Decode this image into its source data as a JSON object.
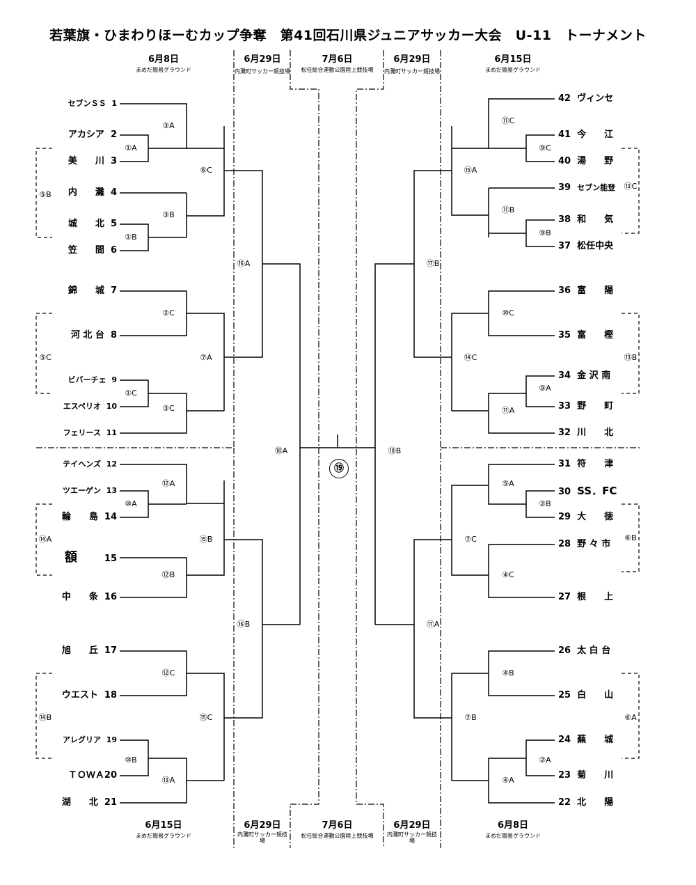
{
  "title": "若葉旗・ひまわりほーむカップ争奪　第41回石川県ジュニアサッカー大会　U-11　トーナメント",
  "top_schedule": {
    "left_outer": {
      "date": "6月8日",
      "venue": "まめだ簡易グラウンド"
    },
    "left_inner": {
      "date": "6月29日",
      "venue": "内灘町サッカー競技場"
    },
    "center": {
      "date": "7月6日",
      "venue": "松任総合運動公園陸上競技場"
    },
    "right_inner": {
      "date": "6月29日",
      "venue": "内灘町サッカー競技場"
    },
    "right_outer": {
      "date": "6月15日",
      "venue": "まめだ簡易グラウンド"
    }
  },
  "bottom_schedule": {
    "left_outer": {
      "date": "6月15日",
      "venue": "まめだ簡易グラウンド"
    },
    "left_inner": {
      "date": "6月29日",
      "venue": "内灘町サッカー競技場"
    },
    "center": {
      "date": "7月6日",
      "venue": "松任総合運動公園陸上競技場"
    },
    "right_inner": {
      "date": "6月29日",
      "venue": "内灘町サッカー競技場"
    },
    "right_outer": {
      "date": "6月8日",
      "venue": "まめだ簡易グラウンド"
    }
  },
  "left_teams": [
    {
      "name": "セブンＳＳ",
      "num": "1",
      "size": "small"
    },
    {
      "name": "アカシア",
      "num": "2"
    },
    {
      "name": "美　　川",
      "num": "3"
    },
    {
      "name": "内　　灘",
      "num": "4"
    },
    {
      "name": "城　　北",
      "num": "5"
    },
    {
      "name": "笠　　間",
      "num": "6"
    },
    {
      "name": "錦　　城",
      "num": "7"
    },
    {
      "name": "河 北 台",
      "num": "8"
    },
    {
      "name": "ビバーチェ",
      "num": "9",
      "size": "small"
    },
    {
      "name": "エスペリオ",
      "num": "10",
      "size": "small"
    },
    {
      "name": "フェリース",
      "num": "11",
      "size": "small"
    },
    {
      "name": "テイヘンズ",
      "num": "12",
      "size": "small"
    },
    {
      "name": "ツエーゲン",
      "num": "13",
      "size": "small"
    },
    {
      "name": "輪　　島",
      "num": "14"
    },
    {
      "name": "額",
      "num": "15",
      "size": "big"
    },
    {
      "name": "中　　条",
      "num": "16"
    },
    {
      "name": "旭　　丘",
      "num": "17"
    },
    {
      "name": "ウエスト",
      "num": "18"
    },
    {
      "name": "アレグリア",
      "num": "19",
      "size": "small"
    },
    {
      "name": "ＴＯＷＡ",
      "num": "20"
    },
    {
      "name": "湖　　北",
      "num": "21"
    }
  ],
  "right_teams": [
    {
      "num": "42",
      "name": "ヴィンセ"
    },
    {
      "num": "41",
      "name": "今　　江"
    },
    {
      "num": "40",
      "name": "湯　　野"
    },
    {
      "num": "39",
      "name": "セブン能登",
      "size": "small"
    },
    {
      "num": "38",
      "name": "和　　気"
    },
    {
      "num": "37",
      "name": "松任中央"
    },
    {
      "num": "36",
      "name": "富　　陽"
    },
    {
      "num": "35",
      "name": "富　　樫"
    },
    {
      "num": "34",
      "name": "金 沢 南"
    },
    {
      "num": "33",
      "name": "野　　町"
    },
    {
      "num": "32",
      "name": "川　　北"
    },
    {
      "num": "31",
      "name": "符　　津"
    },
    {
      "num": "30",
      "name": "SS．FC"
    },
    {
      "num": "29",
      "name": "大　　徳"
    },
    {
      "num": "28",
      "name": "野 々 市"
    },
    {
      "num": "27",
      "name": "根　　上"
    },
    {
      "num": "26",
      "name": "太 白 台"
    },
    {
      "num": "25",
      "name": "白　　山"
    },
    {
      "num": "24",
      "name": "蕪　　城"
    },
    {
      "num": "23",
      "name": "菊　　川"
    },
    {
      "num": "22",
      "name": "北　　陽"
    }
  ],
  "match_labels": {
    "m1": "③A",
    "m2": "①A",
    "m3": "⑥C",
    "m4": "③B",
    "m5": "①B",
    "m6": "⑤B",
    "m7": "②C",
    "m8": "⑤C",
    "m9": "⑦A",
    "m10": "①C",
    "m11": "③C",
    "m12": "⑯A",
    "m13": "⑱A",
    "m14": "⑫A",
    "m15": "⑩A",
    "m16": "⑭A",
    "m17": "⑮B",
    "m18": "⑫B",
    "m19": "⑯B",
    "m20": "⑫C",
    "m21": "⑭B",
    "m22": "⑮C",
    "m23": "⑩B",
    "m24": "⑬A",
    "m25": "⑪C",
    "m26": "⑨C",
    "m27": "⑮A",
    "m28": "⑬C",
    "m29": "⑪B",
    "m30": "⑨B",
    "m31": "⑰B",
    "m32": "⑩C",
    "m33": "⑬B",
    "m34": "⑭C",
    "m35": "⑨A",
    "m36": "⑪A",
    "m37": "⑱B",
    "m38": "⑤A",
    "m39": "②B",
    "m40": "⑥B",
    "m41": "⑦C",
    "m42": "④C",
    "m43": "⑰A",
    "m44": "④B",
    "m45": "⑥A",
    "m46": "⑦B",
    "m47": "②A",
    "m48": "④A"
  },
  "final_label": "⑲"
}
